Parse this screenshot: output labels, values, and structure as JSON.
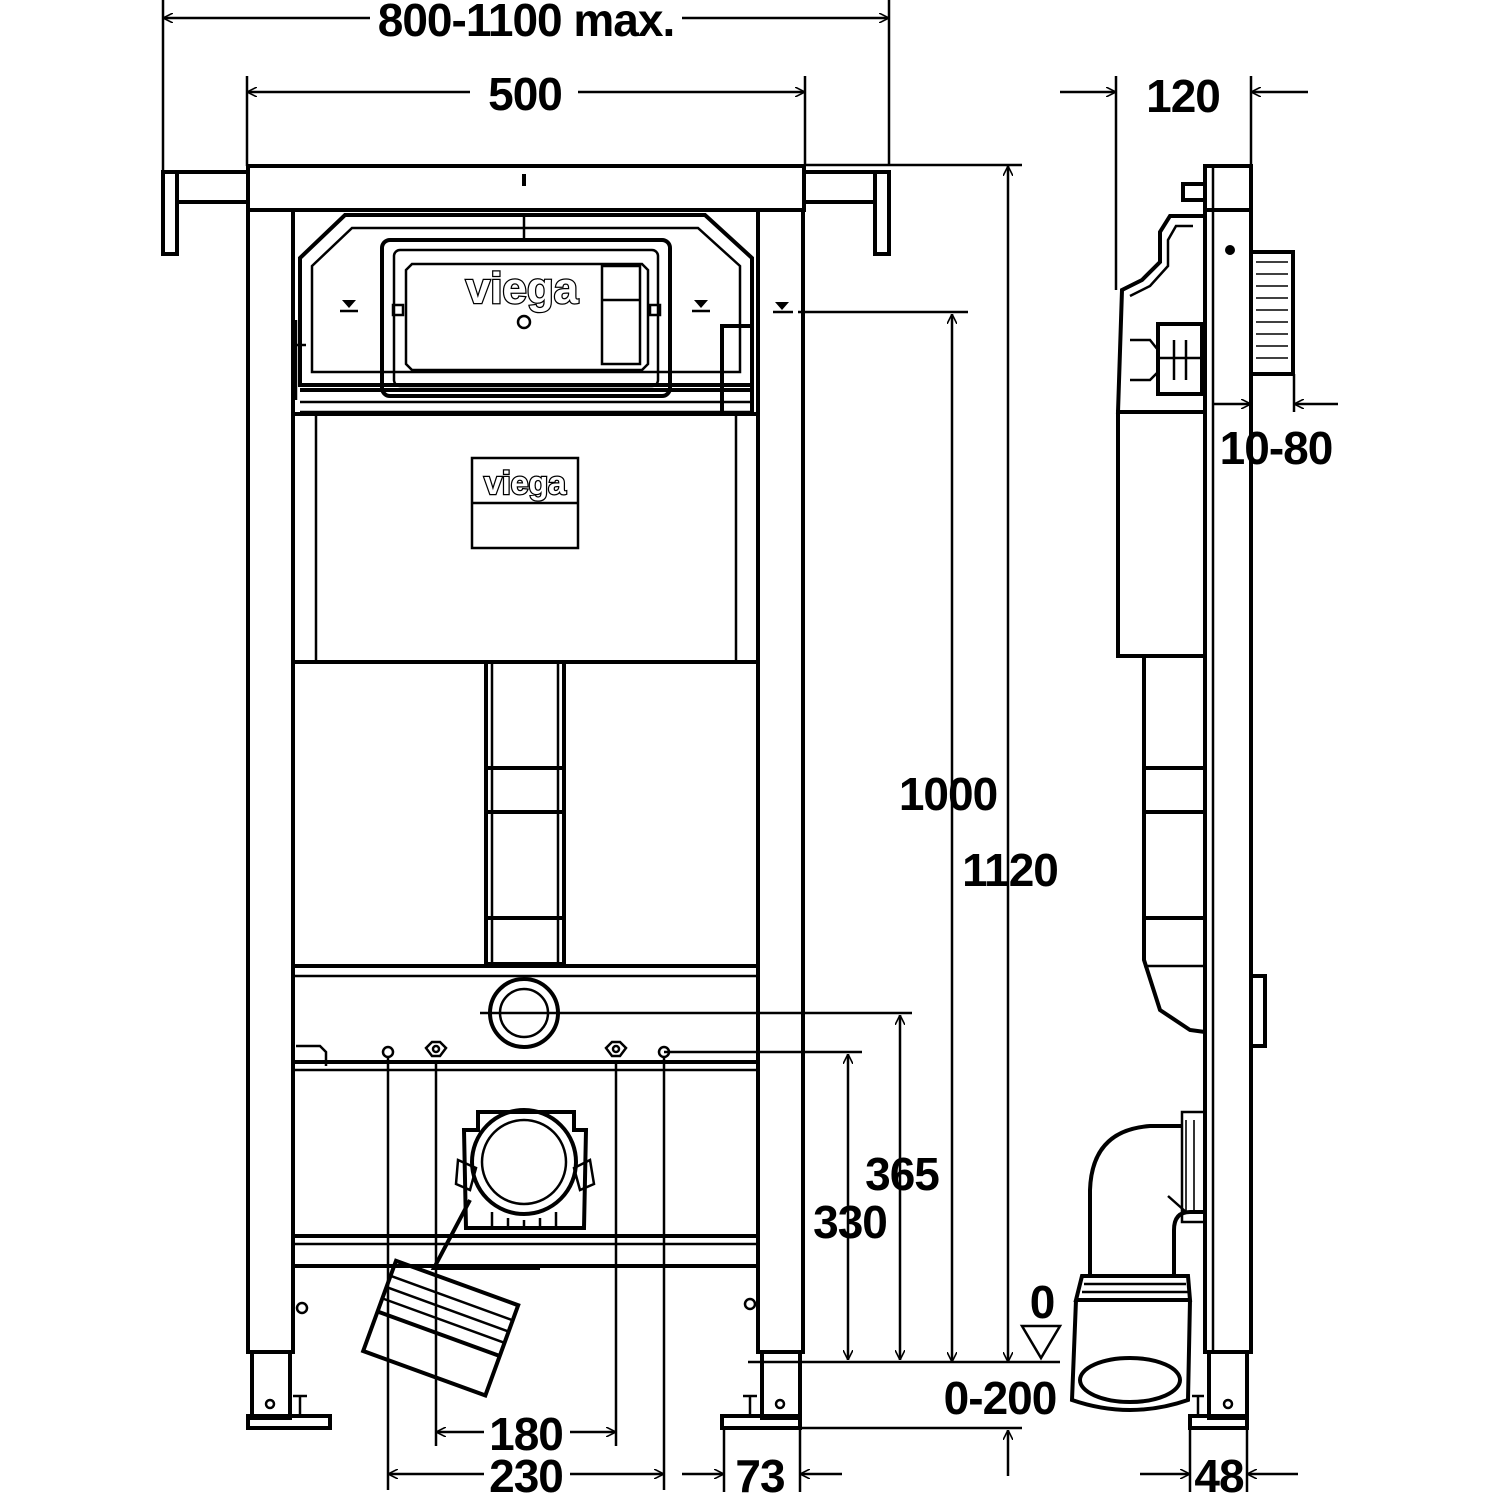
{
  "brand": {
    "logo_text": "viega"
  },
  "dimensions": {
    "adjustable_width": "800-1100 max.",
    "frame_width": "500",
    "module_depth": "120",
    "wall_offset": "10-80",
    "flush_height": "1000",
    "total_height": "1120",
    "outlet_height_365": "365",
    "outlet_height_330": "330",
    "floor_level": "0",
    "foot_adjust": "0-200",
    "connection_180": "180",
    "connection_230": "230",
    "foot_73": "73",
    "foot_48": "48"
  },
  "colors": {
    "line": "#000000",
    "background": "#ffffff"
  }
}
